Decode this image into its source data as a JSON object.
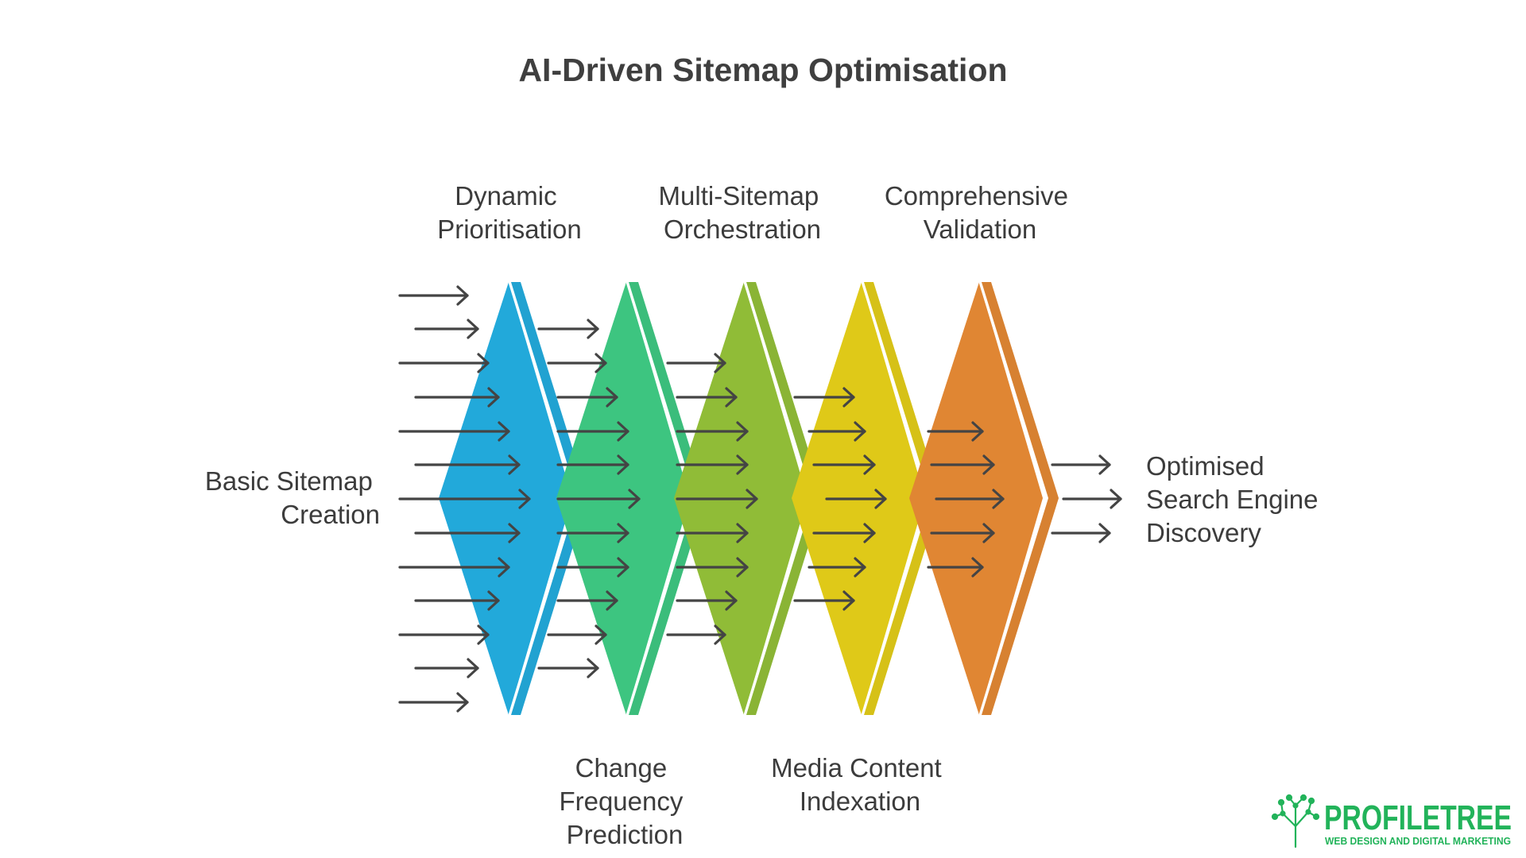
{
  "title": "AI-Driven Sitemap Optimisation",
  "input_label": [
    "Basic Sitemap",
    "Creation"
  ],
  "output_label": [
    "Optimised",
    "Search Engine",
    "Discovery"
  ],
  "stages": [
    {
      "label": [
        "Dynamic",
        "Prioritisation"
      ],
      "label_position": "top",
      "color": "#22A9DA"
    },
    {
      "label": [
        "Change",
        "Frequency",
        "Prediction"
      ],
      "label_position": "bottom",
      "color": "#3DC580"
    },
    {
      "label": [
        "Multi-Sitemap",
        "Orchestration"
      ],
      "label_position": "top",
      "color": "#90BC37"
    },
    {
      "label": [
        "Media Content",
        "Indexation"
      ],
      "label_position": "bottom",
      "color": "#DFC918"
    },
    {
      "label": [
        "Comprehensive",
        "Validation"
      ],
      "label_position": "top",
      "color": "#E08633"
    }
  ],
  "logo": {
    "name_part1": "PROFILE",
    "name_part2": "TREE",
    "tagline": "WEB DESIGN AND DIGITAL MARKETING",
    "color": "#22B35A"
  }
}
